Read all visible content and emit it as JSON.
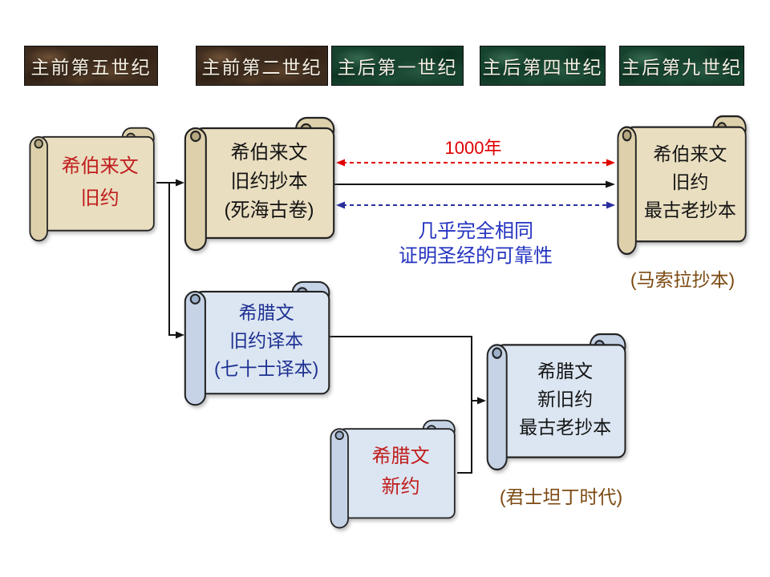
{
  "slide": {
    "background": "#ffffff"
  },
  "timeline": {
    "items": [
      {
        "label": "主前第五世纪",
        "era": "bc"
      },
      {
        "label": "主前第二世纪",
        "era": "bc"
      },
      {
        "label": "主后第一世纪",
        "era": "ad"
      },
      {
        "label": "主后第四世纪",
        "era": "ad"
      },
      {
        "label": "主后第九世纪",
        "era": "ad"
      }
    ]
  },
  "scrolls": [
    {
      "name": "hebrew-ot",
      "lines": [
        "希伯来文",
        "旧约"
      ]
    },
    {
      "name": "hebrew-ot-copies",
      "lines": [
        "希伯来文",
        "旧约抄本",
        "(死海古卷)"
      ]
    },
    {
      "name": "hebrew-ot-oldest",
      "lines": [
        "希伯来文",
        "旧约",
        "最古老抄本"
      ],
      "caption": "(马索拉抄本)"
    },
    {
      "name": "greek-ot",
      "lines": [
        "希腊文",
        "旧约译本",
        "(七十士译本)"
      ]
    },
    {
      "name": "greek-nt",
      "lines": [
        "希腊文",
        "新约"
      ]
    },
    {
      "name": "greek-bible-oldest",
      "lines": [
        "希腊文",
        "新旧约",
        "最古老抄本"
      ],
      "caption": "(君士坦丁时代)"
    }
  ],
  "labels": {
    "gap": "1000年",
    "similarity1": "几乎完全相同",
    "similarity2": "证明圣经的可靠性"
  },
  "colors": {
    "red_text": "#c01d1d",
    "blue_text": "#2433c0",
    "navy_text": "#1e3192",
    "brown_caption": "#7c4a12",
    "red_arrow": "#e00000",
    "blue_arrow": "#2a2f9e",
    "black_arrow": "#141414",
    "parchment": "#e9dec0",
    "blue_paper": "#dce6f2",
    "timeline_bc_bg": "#3d2b1d",
    "timeline_ad_bg": "#16432e"
  }
}
